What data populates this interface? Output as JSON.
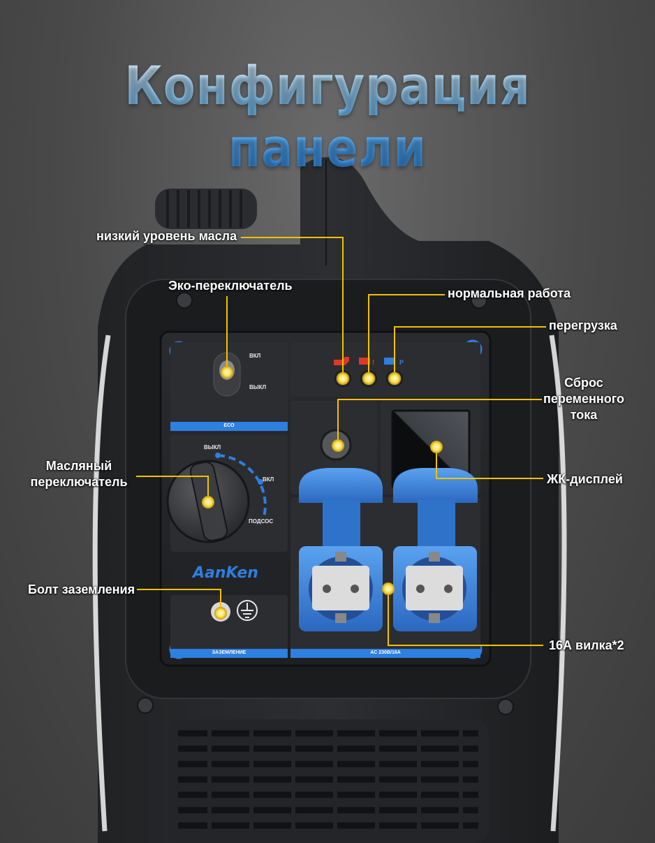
{
  "title": "Конфигурация панели",
  "brand": "AanKen",
  "callouts": {
    "low_oil": "низкий уровень масла",
    "eco_switch": "Эко-переключатель",
    "normal_operation": "нормальная работа",
    "overload": "перегрузка",
    "ac_reset_line1": "Сброс",
    "ac_reset_line2": "переменного",
    "ac_reset_line3": "тока",
    "fuel_switch_line1": "Масляный",
    "fuel_switch_line2": "переключатель",
    "lcd_display": "ЖК-дисплей",
    "ground_bolt": "Болт заземления",
    "sockets": "16А вилка*2"
  },
  "panel_labels": {
    "eco_on": "ВКЛ",
    "eco_off": "ВЫКЛ",
    "eco_band": "ECO",
    "knob_off": "ВЫКЛ",
    "knob_on": "ВКЛ",
    "knob_choke": "ПОДСОС",
    "ground_band": "ЗАЗЕМЛЕНИЕ",
    "ac_band": "AC 230В/16А"
  },
  "colors": {
    "accent_blue": "#2d7fe0",
    "socket_blue": "#2f72c9",
    "callout_line": "#f2c200",
    "warning_red": "#e0372a"
  }
}
